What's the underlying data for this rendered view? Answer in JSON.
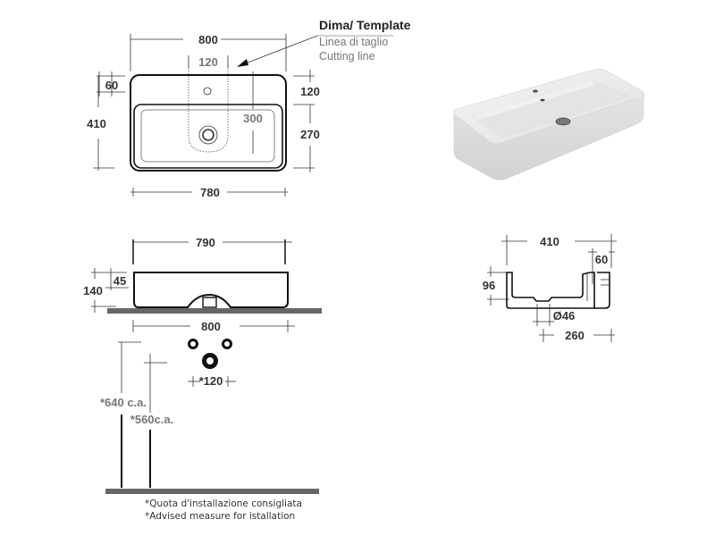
{
  "template_label": {
    "title": "Dima/ Template",
    "line1": "Linea di taglio",
    "line2": "Cutting line"
  },
  "top_view": {
    "width_outer": "800",
    "tap_offset": "120",
    "left_margin": "60",
    "depth_total": "410",
    "back_ledge": "120",
    "basin_depth": "270",
    "drain_offset": "300",
    "width_bottom": "780"
  },
  "front_view": {
    "width_top": "790",
    "height_total": "140",
    "rim": "45",
    "width_counter": "800",
    "fixing_spacing": "*120",
    "install_height_1": "*640 c.a.",
    "install_height_2": "*560c.a."
  },
  "side_view": {
    "depth": "410",
    "ledge": "60",
    "height": "96",
    "drain_diameter": "Ø46",
    "drain_offset": "260"
  },
  "notes": {
    "line1": "*Quota d'installazione consigliata",
    "line2": "*Advised measure for istallation"
  },
  "colors": {
    "line": "#333333",
    "counter": "#666666",
    "grey_text": "#777777"
  }
}
